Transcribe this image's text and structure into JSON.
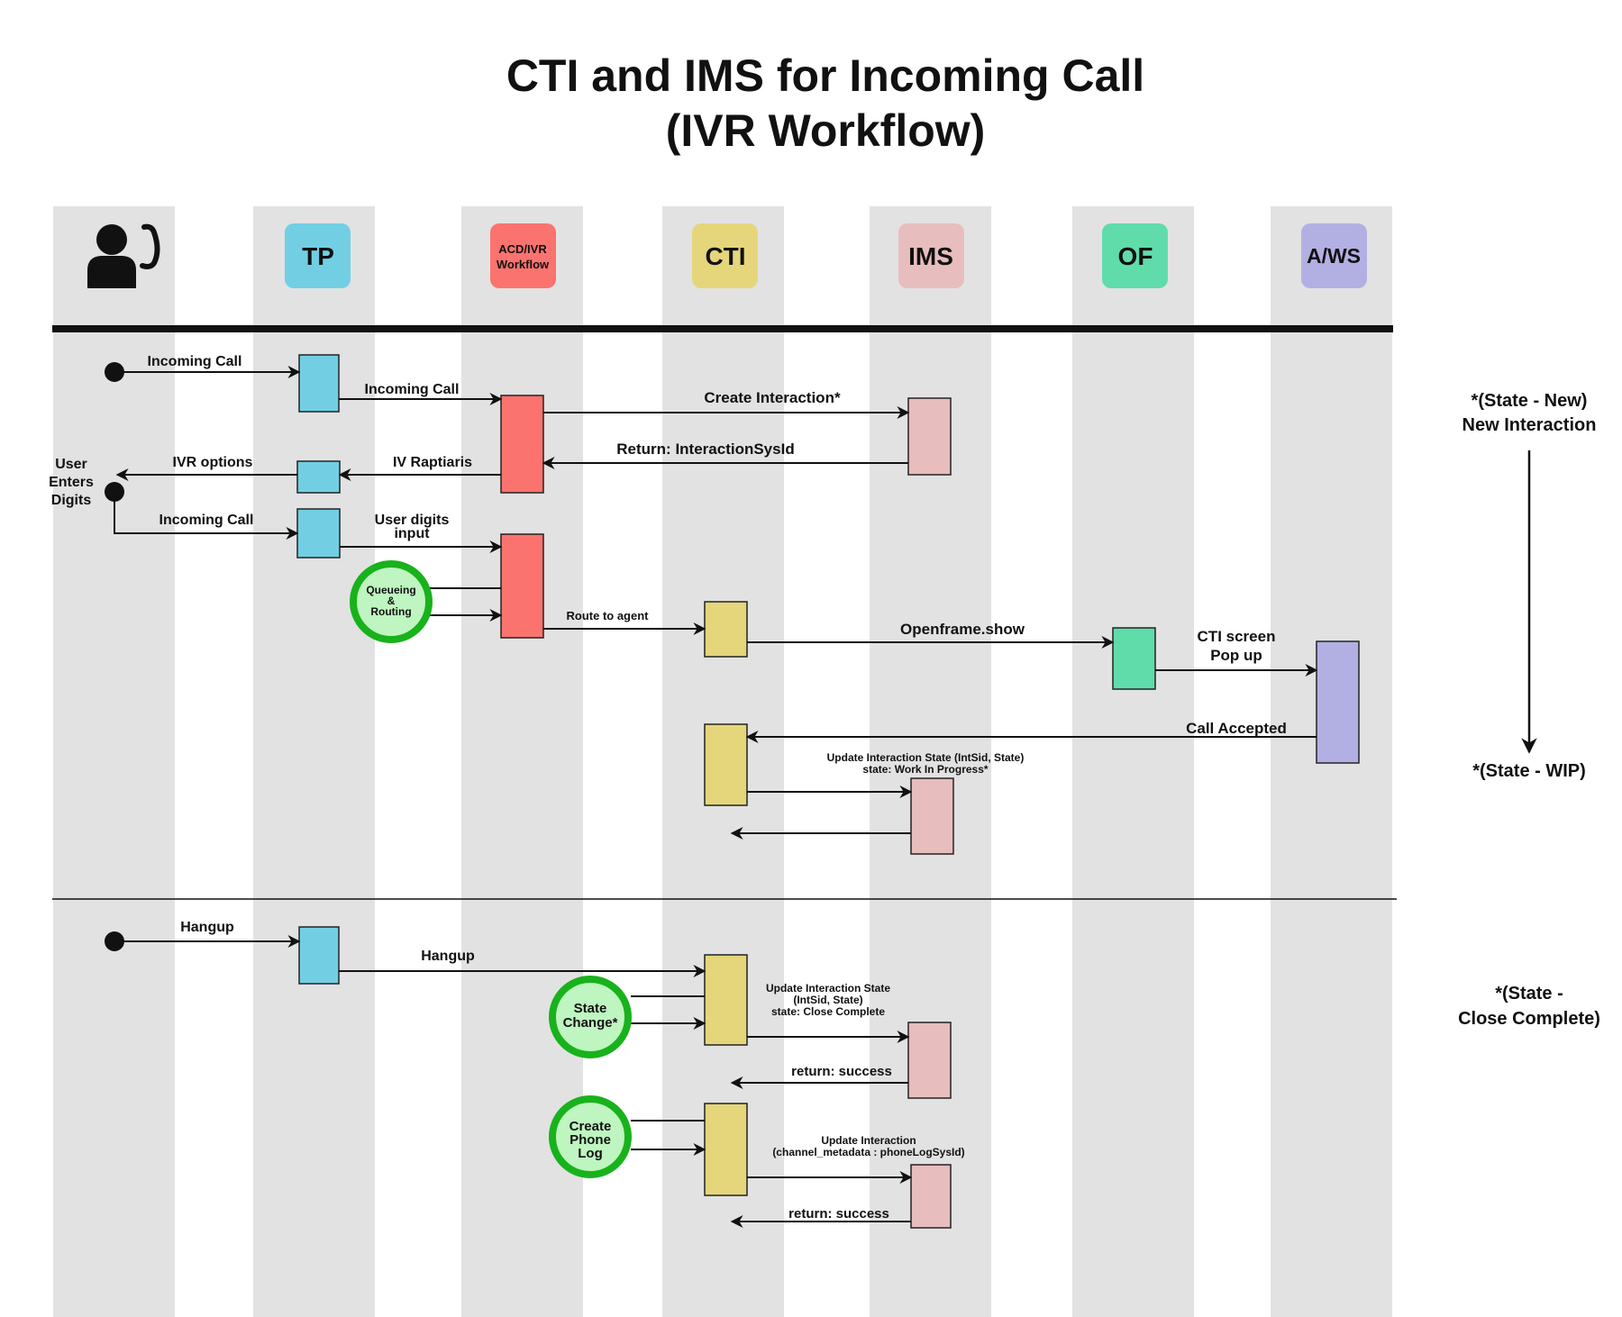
{
  "title": {
    "line1": "CTI and IMS for Incoming Call",
    "line2": "(IVR Workflow)"
  },
  "lanes": [
    {
      "id": "user",
      "icon": "caller-icon",
      "label": ""
    },
    {
      "id": "tp",
      "label": "TP",
      "color": "#72cfe3"
    },
    {
      "id": "acd",
      "label": "ACD/IVR Workflow",
      "label_lines": [
        "ACD/IVR",
        "Workflow"
      ],
      "color": "#fb736e"
    },
    {
      "id": "cti",
      "label": "CTI",
      "color": "#e5d67b"
    },
    {
      "id": "ims",
      "label": "IMS",
      "color": "#e8bdbd"
    },
    {
      "id": "of",
      "label": "OF",
      "color": "#60dcab"
    },
    {
      "id": "aws",
      "label": "A/WS",
      "color": "#b2b0e3"
    }
  ],
  "colors": {
    "lane_band": "#e2e2e2",
    "process_fill": "#bff5c0",
    "process_stroke": "#18b21c"
  },
  "messages": {
    "incoming_call_1": "Incoming Call",
    "incoming_call_2": "Incoming Call",
    "create_interaction": "Create Interaction*",
    "return_sysid": "Return: InteractionSysId",
    "ivr_options": "IVR options",
    "iv_raptiaris": "IV Raptiaris",
    "user_enters_digits": [
      "User",
      "Enters",
      "Digits"
    ],
    "incoming_call_3": "Incoming Call",
    "user_digits_input": [
      "User digits",
      "input"
    ],
    "route_to_agent": "Route to agent",
    "openframe_show": "Openframe.show",
    "cti_screen_popup": [
      "CTI screen",
      "Pop up"
    ],
    "call_accepted": "Call Accepted",
    "update_wip": [
      "Update Interaction State (IntSid, State)",
      "state: Work In Progress*"
    ],
    "hangup_1": "Hangup",
    "hangup_2": "Hangup",
    "update_close": [
      "Update Interaction State",
      "(IntSid, State)",
      "state: Close Complete"
    ],
    "return_success_1": "return: success",
    "update_interaction": [
      "Update Interaction",
      "(channel_metadata : phoneLogSysId)"
    ],
    "return_success_2": "return: success"
  },
  "processes": {
    "queueing_routing": [
      "Queueing",
      "&",
      "Routing"
    ],
    "state_change": [
      "State",
      "Change*"
    ],
    "create_phone_log": [
      "Create",
      "Phone",
      "Log"
    ]
  },
  "states": {
    "new": [
      "*(State - New)",
      "New Interaction"
    ],
    "wip": "*(State - WIP)",
    "close": [
      "*(State -",
      "Close Complete)"
    ]
  }
}
